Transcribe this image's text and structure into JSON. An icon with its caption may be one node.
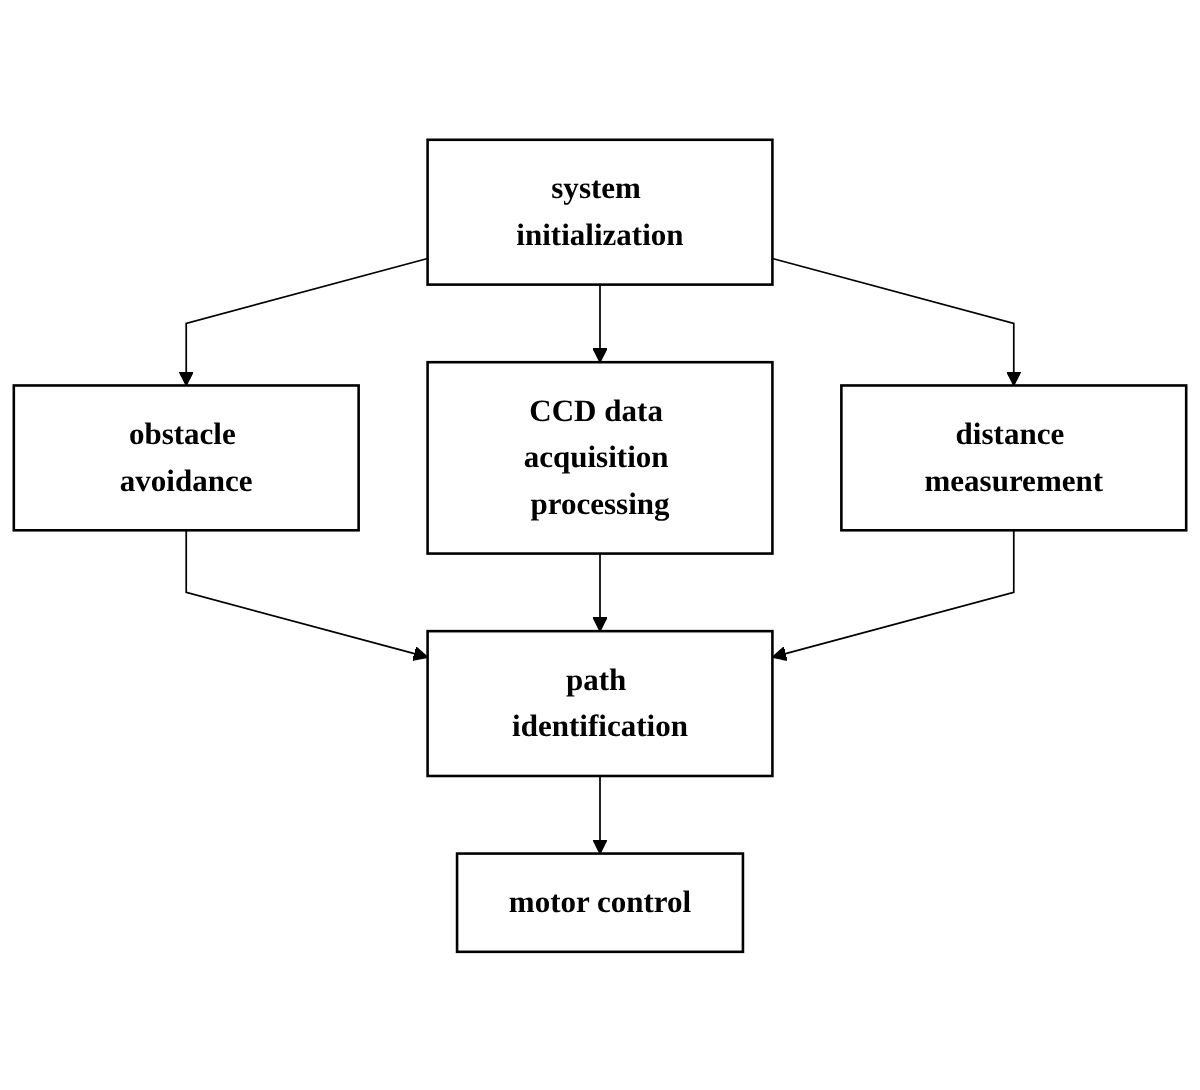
{
  "diagram": {
    "nodes": [
      {
        "text": [
          "system initialization"
        ]
      },
      {
        "text": [
          "obstacle avoidance"
        ]
      },
      {
        "text": [
          "CCD data acquisition processing"
        ]
      },
      {
        "text": [
          "distance measurement"
        ]
      },
      {
        "text": [
          "path identification"
        ]
      },
      {
        "text": [
          "motor control"
        ]
      }
    ],
    "edges": [
      {
        "from": 0,
        "to": 1,
        "arrow": "to"
      },
      {
        "from": 0,
        "to": 2,
        "arrow": "to"
      },
      {
        "from": 0,
        "to": 3,
        "arrow": "to"
      },
      {
        "from": 1,
        "to": 4,
        "arrow": "to"
      },
      {
        "from": 2,
        "to": 4,
        "arrow": "to"
      },
      {
        "from": 3,
        "to": 4,
        "arrow": "to"
      },
      {
        "from": 4,
        "to": 5,
        "arrow": "to"
      }
    ]
  }
}
